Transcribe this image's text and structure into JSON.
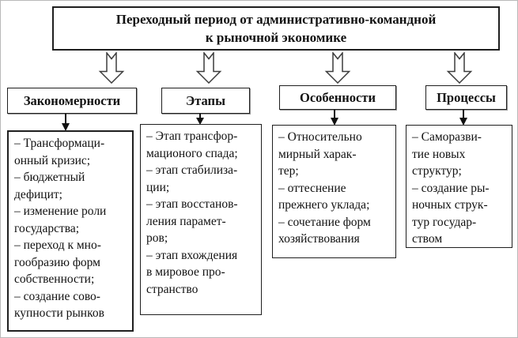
{
  "title": {
    "line1": "Переходный период от административно-командной",
    "line2": "к рыночной экономике"
  },
  "columns": [
    {
      "header": "Закономерности",
      "lines": [
        "– Трансформаци-",
        "онный кризис;",
        "– бюджетный",
        "дефицит;",
        "– изменение роли",
        "государства;",
        "– переход к мно-",
        "гообразию форм",
        "собственности;",
        "– создание сово-",
        "купности рынков"
      ]
    },
    {
      "header": "Этапы",
      "lines": [
        "– Этап трансфор-",
        "мационого спада;",
        "– этап стабилиза-",
        "ции;",
        "– этап восстанов-",
        "ления парамет-",
        "ров;",
        "– этап вхождения",
        "в мировое про-",
        "странство"
      ]
    },
    {
      "header": "Особенности",
      "lines": [
        "– Относительно",
        "мирный харак-",
        "тер;",
        "– оттеснение",
        "прежнего уклада;",
        "– сочетание форм",
        "хозяйствования"
      ]
    },
    {
      "header": "Процессы",
      "lines": [
        "– Саморазви-",
        "тие новых",
        "структур;",
        "– создание ры-",
        "ночных струк-",
        "тур государ-",
        "ством"
      ]
    }
  ],
  "colors": {
    "background": "#ffffff",
    "box_border": "#1f1f1f",
    "arrow_outline": "#3c3c3c",
    "connector": "#111111",
    "text": "#111111"
  }
}
